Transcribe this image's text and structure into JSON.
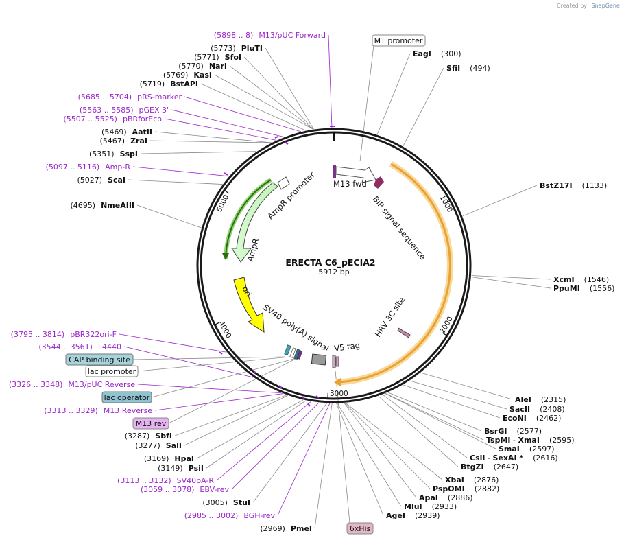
{
  "header": {
    "credit_prefix": "Created by",
    "credit_brand": "SnapGene"
  },
  "plasmid": {
    "name": "ERECTA C6_pECIA2",
    "length_label": "5912 bp",
    "total_bp": 5912
  },
  "ticks": [
    "1000",
    "2000",
    "3000",
    "4000",
    "5000"
  ],
  "colors": {
    "primer": "#9b27c9",
    "backbone": "#1a1a1a",
    "bip": "#f2b24a",
    "ampr": "#7acb3c",
    "ori": "#ffff00"
  },
  "features": {
    "m13_fwd": "M13 fwd",
    "bip": "BiP signal sequence",
    "hrv": "HRV 3C site",
    "v5": "V5 tag",
    "sv40": "SV40 poly(A) signal",
    "ori": "ori",
    "ampr": "AmpR",
    "ampr_promoter": "AmpR promoter"
  },
  "boxed": {
    "mt_promoter": "MT promoter",
    "cap": "CAP binding site",
    "lac_promoter": "lac promoter",
    "lac_operator": "lac operator",
    "m13_rev": "M13 rev",
    "his": "6xHis"
  },
  "left_top": [
    {
      "pos": "(5898 .. 8)",
      "name": "M13/pUC Forward",
      "primer": true
    },
    {
      "pos": "(5773)",
      "name": "PluTI"
    },
    {
      "pos": "(5771)",
      "name": "SfoI"
    },
    {
      "pos": "(5770)",
      "name": "NarI"
    },
    {
      "pos": "(5769)",
      "name": "KasI"
    },
    {
      "pos": "(5719)",
      "name": "BstAPI"
    },
    {
      "pos": "(5685 .. 5704)",
      "name": "pRS-marker",
      "primer": true
    },
    {
      "pos": "(5563 .. 5585)",
      "name": "pGEX 3'",
      "primer": true
    },
    {
      "pos": "(5507 .. 5525)",
      "name": "pBRforEco",
      "primer": true
    },
    {
      "pos": "(5469)",
      "name": "AatII"
    },
    {
      "pos": "(5467)",
      "name": "ZraI"
    },
    {
      "pos": "(5351)",
      "name": "SspI"
    },
    {
      "pos": "(5097 .. 5116)",
      "name": "Amp-R",
      "primer": true
    },
    {
      "pos": "(5027)",
      "name": "ScaI"
    },
    {
      "pos": "(4695)",
      "name": "NmeAIII"
    }
  ],
  "left_bottom": [
    {
      "pos": "(3795 .. 3814)",
      "name": "pBR322ori-F",
      "primer": true
    },
    {
      "pos": "(3544 .. 3561)",
      "name": "L4440",
      "primer": true
    },
    {
      "pos": "(3326 .. 3348)",
      "name": "M13/pUC Reverse",
      "primer": true
    },
    {
      "pos": "(3313 .. 3329)",
      "name": "M13 Reverse",
      "primer": true
    },
    {
      "pos": "(3287)",
      "name": "SbfI"
    },
    {
      "pos": "(3277)",
      "name": "SalI"
    },
    {
      "pos": "(3169)",
      "name": "HpaI"
    },
    {
      "pos": "(3149)",
      "name": "PsiI"
    },
    {
      "pos": "(3113 .. 3132)",
      "name": "SV40pA-R",
      "primer": true
    },
    {
      "pos": "(3059 .. 3078)",
      "name": "EBV-rev",
      "primer": true
    },
    {
      "pos": "(3005)",
      "name": "StuI"
    },
    {
      "pos": "(2985 .. 3002)",
      "name": "BGH-rev",
      "primer": true
    },
    {
      "pos": "(2969)",
      "name": "PmeI"
    }
  ],
  "right_top": [
    {
      "name": "EagI",
      "pos": "(300)"
    },
    {
      "name": "SfiI",
      "pos": "(494)"
    },
    {
      "name": "BstZ17I",
      "pos": "(1133)"
    },
    {
      "name": "XcmI",
      "pos": "(1546)"
    },
    {
      "name": "PpuMI",
      "pos": "(1556)"
    }
  ],
  "right_bottom": [
    {
      "name": "AleI",
      "pos": "(2315)"
    },
    {
      "name": "SacII",
      "pos": "(2408)"
    },
    {
      "name": "EcoNI",
      "pos": "(2462)"
    },
    {
      "name": "BsrGI",
      "pos": "(2577)"
    },
    {
      "name": "TspMI",
      "sep": " - ",
      "name2": "XmaI",
      "pos": "(2595)"
    },
    {
      "name": "SmaI",
      "pos": "(2597)"
    },
    {
      "name": "CsiI",
      "sep": " - ",
      "name2": "SexAI *",
      "pos": "(2616)"
    },
    {
      "name": "BtgZI",
      "pos": "(2647)"
    },
    {
      "name": "XbaI",
      "pos": "(2876)"
    },
    {
      "name": "PspOMI",
      "pos": "(2882)"
    },
    {
      "name": "ApaI",
      "pos": "(2886)"
    },
    {
      "name": "MluI",
      "pos": "(2933)"
    },
    {
      "name": "AgeI",
      "pos": "(2939)"
    }
  ]
}
